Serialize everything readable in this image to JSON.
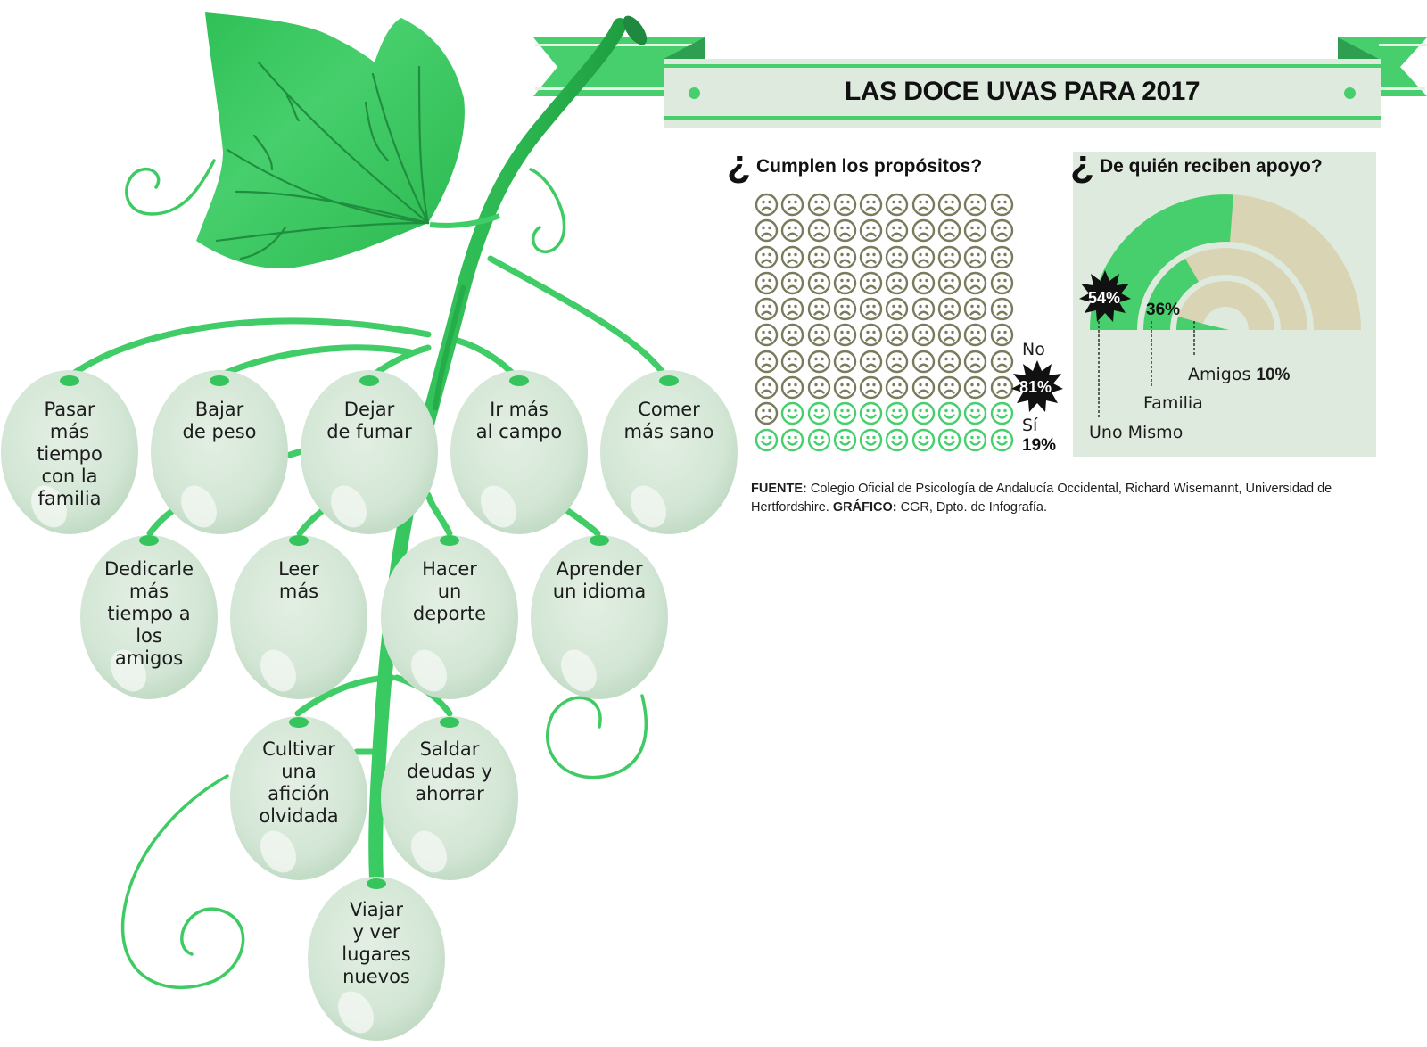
{
  "header": {
    "title": "LAS DOCE UVAS PARA 2017"
  },
  "grapes": [
    {
      "id": 1,
      "label": "Pasar\nmás\ntiempo\ncon la\nfamilia"
    },
    {
      "id": 2,
      "label": "Bajar\nde peso"
    },
    {
      "id": 3,
      "label": "Dejar\nde fumar"
    },
    {
      "id": 4,
      "label": "Ir más\nal campo"
    },
    {
      "id": 5,
      "label": "Comer\nmás sano"
    },
    {
      "id": 6,
      "label": "Dedicarle\nmás\ntiempo a\nlos\namigos"
    },
    {
      "id": 7,
      "label": "Leer\nmás"
    },
    {
      "id": 8,
      "label": "Hacer\nun\ndeporte"
    },
    {
      "id": 9,
      "label": "Aprender\nun idioma"
    },
    {
      "id": 10,
      "label": "Cultivar\nuna\nafición\nolvidada"
    },
    {
      "id": 11,
      "label": "Saldar\ndeudas y\nahorrar"
    },
    {
      "id": 12,
      "label": "Viajar\ny ver\nlugares\nnuevos"
    }
  ],
  "compliance": {
    "question_mark": "¿",
    "title": "Cumplen los propósitos?",
    "no_label": "No",
    "no_value": "81%",
    "yes_label": "Sí",
    "yes_value": "19%",
    "grid": {
      "rows": 10,
      "cols": 10,
      "sad_count": 81,
      "happy_count": 19
    },
    "colors": {
      "sad": "#7a7a5c",
      "happy": "#46cf6c"
    }
  },
  "support": {
    "question_mark": "¿",
    "title": "De quién reciben apoyo?",
    "items": [
      {
        "label": "Uno Mismo",
        "value": "54%"
      },
      {
        "label": "Familia",
        "value": "36%"
      },
      {
        "label": "Amigos",
        "value": "10%"
      }
    ],
    "colors": {
      "filled": "#46cf6c",
      "remainder": "#d9d4b4",
      "panel": "#dfeadf"
    }
  },
  "footer": {
    "source_label": "FUENTE:",
    "source_text": " Colegio Oficial de Psicología de Andalucía Occidental, Richard Wisemannt, Universidad de Hertfordshire. ",
    "graphic_label": "GRÁFICO:",
    "graphic_text": " CGR, Dpto. de Infografía."
  },
  "chart_data": [
    {
      "type": "pictogram",
      "title": "¿Cumplen los propósitos?",
      "categories": [
        "No",
        "Sí"
      ],
      "values": [
        81,
        19
      ],
      "unit": "%",
      "grid": "10x10 smileys"
    },
    {
      "type": "radial-bar",
      "title": "¿De quién reciben apoyo?",
      "categories": [
        "Uno Mismo",
        "Familia",
        "Amigos"
      ],
      "values": [
        54,
        36,
        10
      ],
      "unit": "%"
    }
  ]
}
